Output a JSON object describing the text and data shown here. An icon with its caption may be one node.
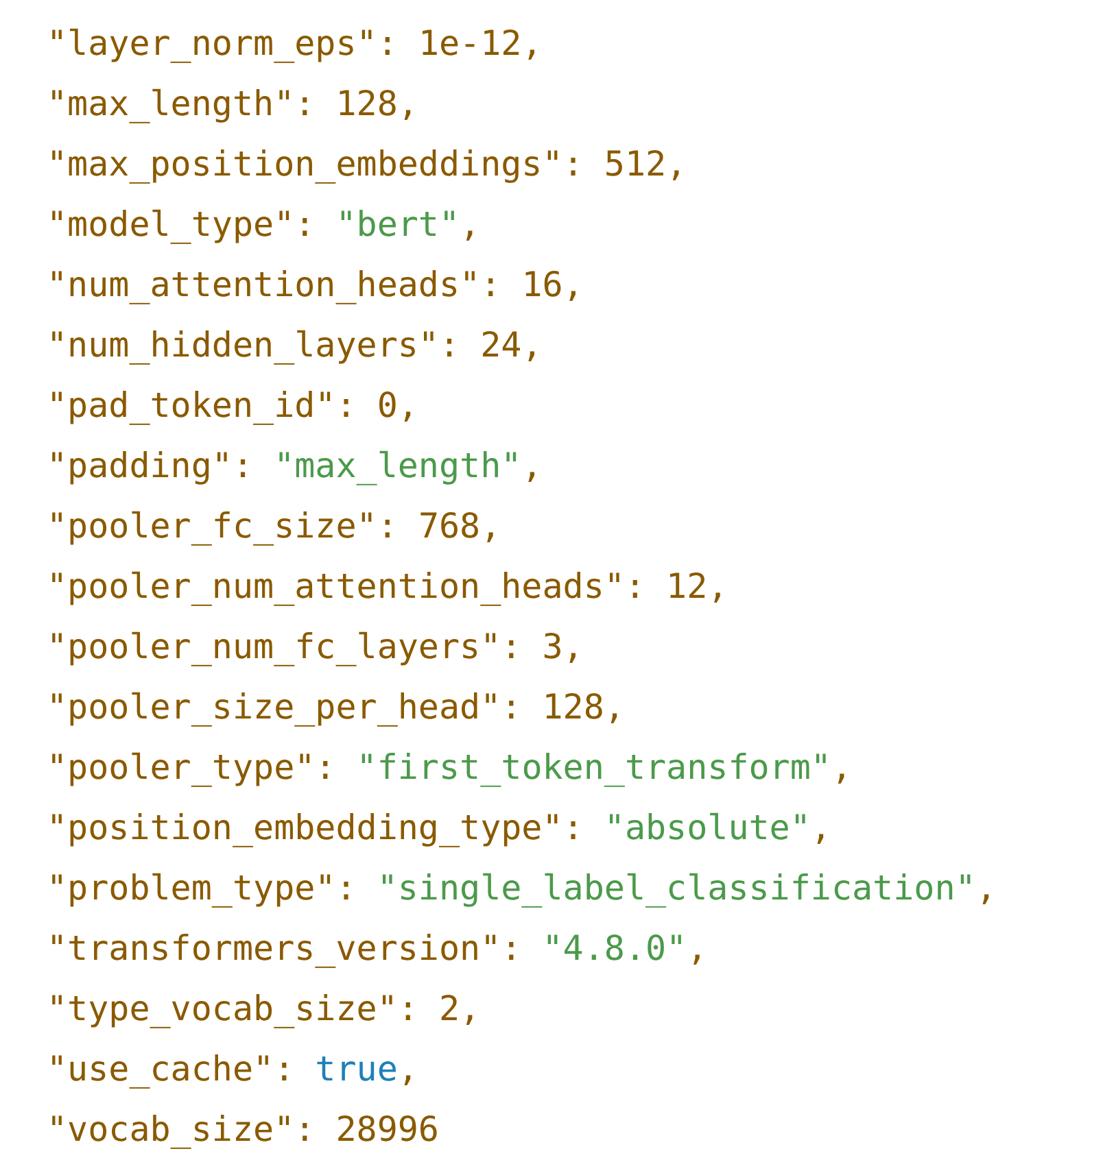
{
  "diagram": {
    "labels": [
      "\"layer_norm_eps\": 1e-12,",
      "\"max_length\": 128,",
      "\"max_position_embeddings\": 512,",
      "\"model_type\": \"bert\",",
      "\"num_attention_heads\": 16,",
      "\"num_hidden_layers\": 24,",
      "\"pad_token_id\": 0,",
      "\"padding\": \"max_length\",",
      "\"pooler_fc_size\": 768,",
      "\"pooler_num_attention_heads\": 12,",
      "\"pooler_num_fc_layers\": 3,",
      "\"pooler_size_per_head\": 128,",
      "\"pooler_type\": \"first_token_transform\",",
      "\"position_embedding_type\": \"absolute\",",
      "\"problem_type\": \"single_label_classification\",",
      "\"transformers_version\": \"4.8.0\",",
      "\"type_vocab_size\": 2,",
      "\"use_cache\": true,",
      "\"vocab_size\": 28996"
    ]
  }
}
